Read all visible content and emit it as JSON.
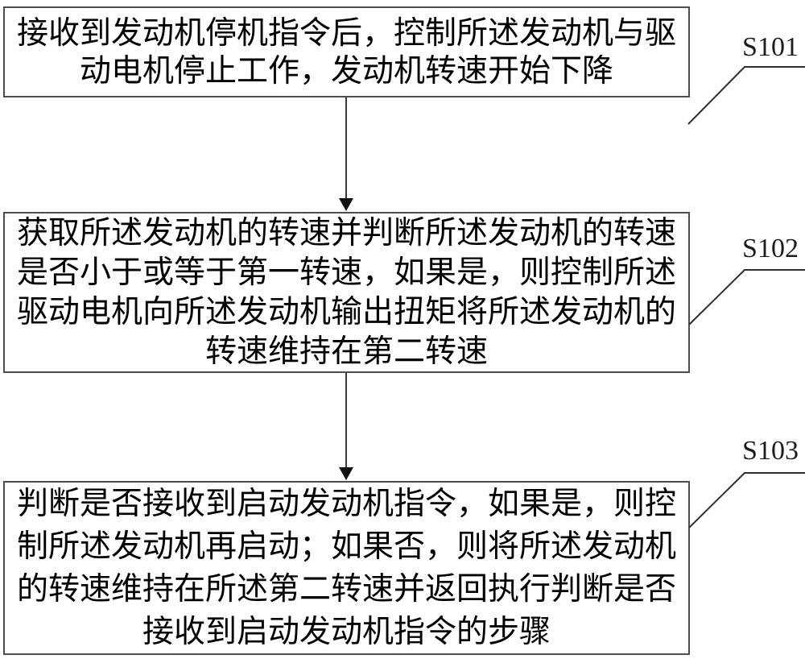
{
  "figure": {
    "type": "flowchart",
    "background_color": "#ffffff",
    "box_border_color": "#4d4d4d",
    "line_color": "#2f2f2f",
    "text_color": "#000000",
    "steps": [
      {
        "label": "S101",
        "text": "接收到发动机停机指令后，控制所述发动机与驱动电机停止工作，发动机转速开始下降",
        "lines": [
          "接收到发动机停机指令后，控制所述发动机与驱",
          "动电机停止工作，发动机转速开始下降"
        ]
      },
      {
        "label": "S102",
        "text": "获取所述发动机的转速并判断所述发动机的转速是否小于或等于第一转速，如果是，则控制所述驱动电机向所述发动机输出扭矩将所述发动机的转速维持在第二转速",
        "lines": [
          "获取所述发动机的转速并判断所述发动机的转速",
          "是否小于或等于第一转速，如果是，则控制所述",
          "驱动电机向所述发动机输出扭矩将所述发动机的",
          "转速维持在第二转速"
        ]
      },
      {
        "label": "S103",
        "text": "判断是否接收到启动发动机指令，如果是，则控制所述发动机再启动；如果否，则将所述发动机的转速维持在所述第二转速并返回执行判断是否接收到启动发动机指令的步骤",
        "lines": [
          "判断是否接收到启动发动机指令，如果是，则控",
          "制所述发动机再启动；如果否，则将所述发动机",
          "的转速维持在所述第二转速并返回执行判断是否",
          "接收到启动发动机指令的步骤"
        ]
      }
    ]
  }
}
